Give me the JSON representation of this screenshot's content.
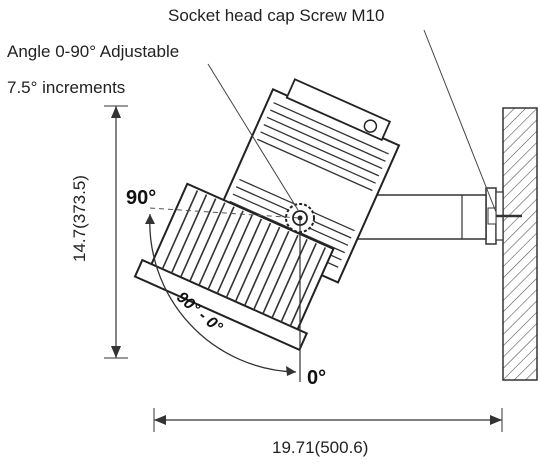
{
  "callouts": {
    "screw": "Socket head cap Screw M10",
    "angle": "Angle 0-90° Adjustable",
    "increments": "7.5° increments"
  },
  "dimensions": {
    "height": "14.7(373.5)",
    "width": "19.71(500.6)"
  },
  "angle_marks": {
    "top": "90°",
    "bottom": "0°",
    "range": "90° - 0°"
  }
}
